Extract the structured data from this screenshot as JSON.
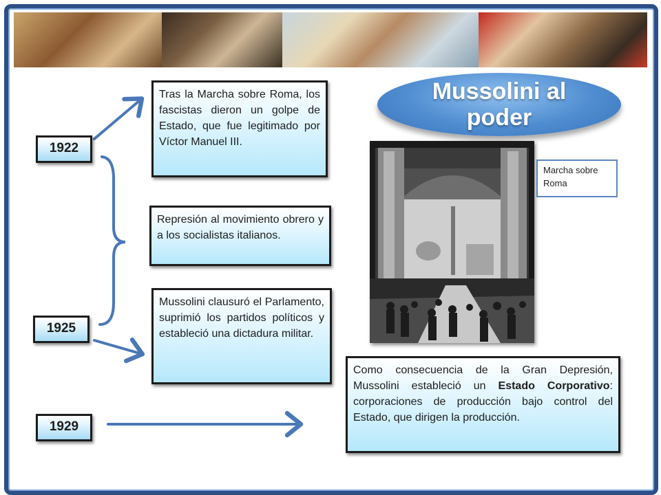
{
  "title": "Mussolini al poder",
  "years": {
    "y1922": "1922",
    "y1925": "1925",
    "y1929": "1929"
  },
  "events": {
    "march": "Tras la Marcha sobre Roma, los fascistas dieron un golpe de Estado, que fue legitimado por Víctor Manuel III.",
    "repression": "Represión al movimiento obrero y a los socialistas italianos.",
    "dictatorship": "Mussolini clausuró el Parlamento, suprimió los partidos políticos y estableció una dictadura militar.",
    "corporative_pre": "Como consecuencia de la Gran Depresión, Mussolini estableció un ",
    "corporative_bold": "Estado Corporativo",
    "corporative_post": ": corporaciones de producción bajo control del Estado, que dirigen la producción."
  },
  "photo_caption": "Marcha sobre Roma",
  "colors": {
    "frame": "#2b4f86",
    "pill": "#4f8cd0",
    "arrow": "#4a78b8"
  }
}
